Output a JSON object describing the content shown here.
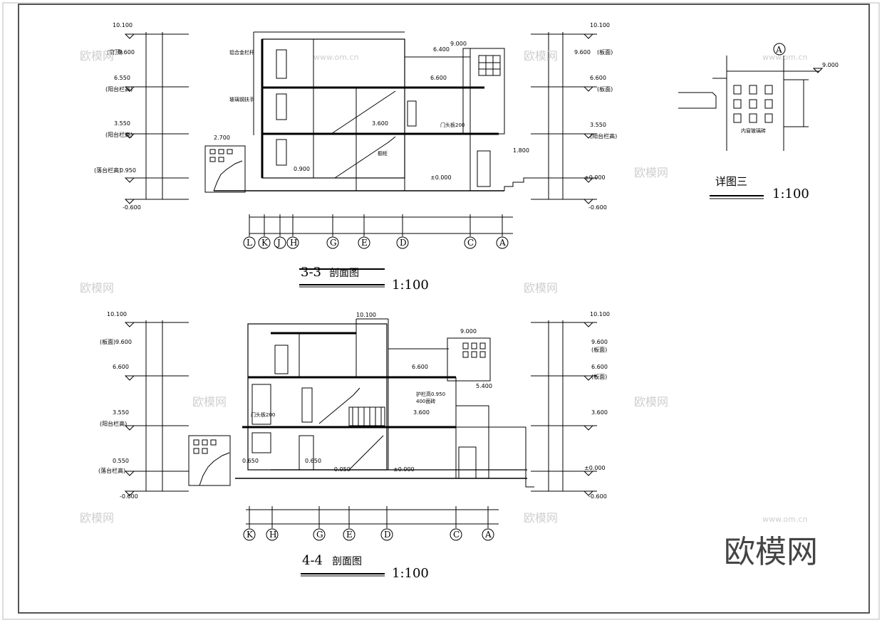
{
  "sheet": {
    "border_color": "#555555",
    "line_color": "#000000",
    "watermark_color": "#cfcfcf"
  },
  "section33": {
    "title": "3-3",
    "title_suffix": "剖面图",
    "scale": "1:100",
    "axes": [
      "L",
      "K",
      "J",
      "H",
      "G",
      "E",
      "D",
      "C",
      "A"
    ],
    "levels_left": [
      "10.100",
      "9.600",
      "6.550",
      "3.550",
      "0.950",
      "-0.600"
    ],
    "levels_left_notes": [
      "(窗顶)",
      "(阳台栏高)",
      "(阳台栏高)",
      "(落台栏高)"
    ],
    "levels_right": [
      "10.100",
      "9.600",
      "6.600",
      "3.550",
      "±0.000",
      "-0.600"
    ],
    "levels_right_notes": [
      "(板面)",
      "(板面)",
      "(阳台栏高)"
    ],
    "inner_labels": [
      "9.000",
      "6.400",
      "6.600",
      "3.600",
      "2.700",
      "1.800",
      "0.900",
      "±0.000"
    ],
    "notes": [
      "铝合金栏杆",
      "玻璃钢扶手",
      "门头板200",
      "橱柜"
    ]
  },
  "section44": {
    "title": "4-4",
    "title_suffix": "剖面图",
    "scale": "1:100",
    "axes": [
      "K",
      "H",
      "G",
      "E",
      "D",
      "C",
      "A"
    ],
    "levels_left": [
      "10.100",
      "9.600",
      "6.600",
      "3.550",
      "0.550",
      "-0.600"
    ],
    "levels_left_notes": [
      "(板面)",
      "(阳台栏高)",
      "(落台栏高)"
    ],
    "levels_right": [
      "10.100",
      "9.600",
      "6.600",
      "3.600",
      "±0.000",
      "-0.600"
    ],
    "levels_right_notes": [
      "(板面)",
      "(板面)"
    ],
    "inner_labels": [
      "10.100",
      "9.000",
      "6.600",
      "5.400",
      "3.600",
      "0.650",
      "0.650",
      "-0.050",
      "±0.000"
    ],
    "notes": [
      "门头板200",
      "护栏高0.950",
      "400面砖"
    ]
  },
  "detail3": {
    "title": "详图三",
    "scale": "1:100",
    "axis": "A",
    "level": "9.000",
    "note": "内窗玻璃砖"
  },
  "watermark": {
    "brand": "欧模网",
    "domain": "www.om.cn"
  }
}
